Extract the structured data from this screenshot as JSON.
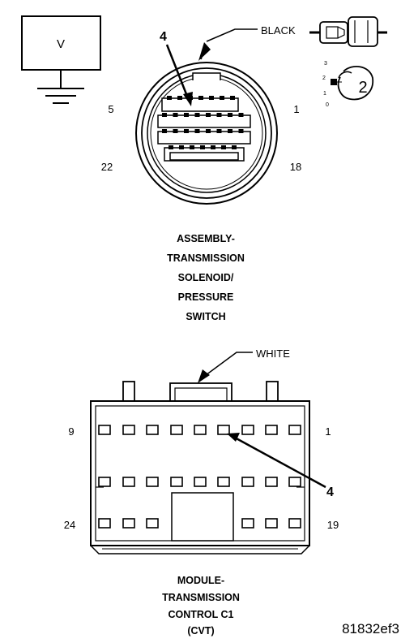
{
  "voltmeter": {
    "symbol": "V"
  },
  "switch_icon": {
    "label": "2",
    "positions": [
      "3",
      "2",
      "1",
      "0"
    ]
  },
  "solenoid_connector": {
    "wire_color": "BLACK",
    "callout": "4",
    "pin_top_left": "5",
    "pin_top_right": "1",
    "pin_bottom_left": "22",
    "pin_bottom_right": "18",
    "caption": [
      "ASSEMBLY-",
      "TRANSMISSION",
      "SOLENOID/",
      "PRESSURE",
      "SWITCH"
    ]
  },
  "module_connector": {
    "wire_color": "WHITE",
    "callout": "4",
    "pin_top_left": "9",
    "pin_top_right": "1",
    "pin_bottom_left": "24",
    "pin_bottom_right": "19",
    "caption": [
      "MODULE-",
      "TRANSMISSION",
      "CONTROL C1",
      "(CVT)"
    ]
  },
  "figure_id": "81832ef3"
}
